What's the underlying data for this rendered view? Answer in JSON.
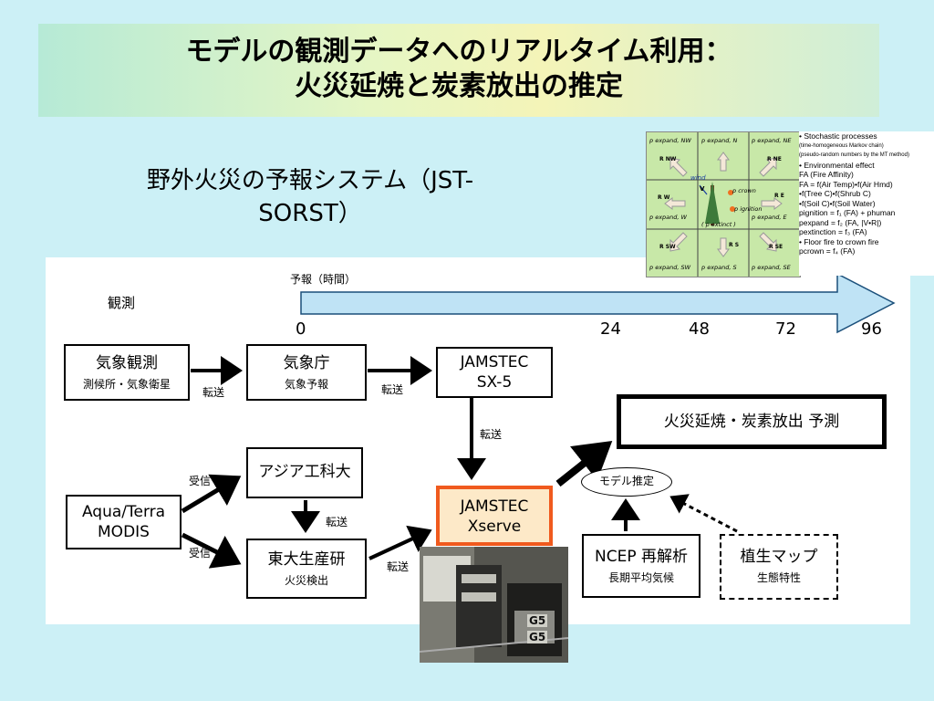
{
  "title": {
    "line1": "モデルの観測データへのリアルタイム利用：",
    "line2": "火災延焼と炭素放出の推定"
  },
  "subtitle": {
    "line1": "野外火災の予報システム（JST-",
    "line2": "SORST）"
  },
  "timeline": {
    "header": "予報（時間）",
    "row_label": "観測",
    "ticks": [
      "0",
      "24",
      "48",
      "72",
      "96"
    ]
  },
  "boxes": {
    "meteo_obs": {
      "main": "気象観測",
      "sub": "測候所・気象衛星"
    },
    "jma": {
      "main": "気象庁",
      "sub": "気象予報"
    },
    "sx5": {
      "main": "JAMSTEC",
      "sub": "SX-5"
    },
    "forecast": {
      "main": "火災延焼・炭素放出 予測"
    },
    "ait": {
      "main": "アジア工科大"
    },
    "modis": {
      "main": "Aqua/Terra",
      "sub": "MODIS"
    },
    "xserve": {
      "main": "JAMSTEC",
      "sub": "Xserve"
    },
    "iis": {
      "main": "東大生産研",
      "sub": "火災検出"
    },
    "ncep": {
      "main": "NCEP 再解析",
      "sub": "長期平均気候"
    },
    "vegmap": {
      "main": "植生マップ",
      "sub": "生態特性"
    },
    "model_est": {
      "main": "モデル推定"
    }
  },
  "edge_labels": {
    "obs_to_jma": "転送",
    "jma_to_sx5": "転送",
    "sx5_to_xserve": "転送",
    "modis_to_ait": "受信",
    "modis_to_iis": "受信",
    "ait_to_iis": "転送",
    "iis_to_xserve": "転送"
  },
  "model_notes": [
    "• Stochastic processes",
    "  (time-homogeneous Markov chain)",
    "  (pseudo-random numbers by the MT method)",
    "• Environmental effect",
    "        FA (Fire Affinity)",
    "  FA = f(Air Temp)•f(Air Hmd)",
    "        •f(Tree C)•f(Shrub C)",
    "        •f(Soil C)•f(Soil Water)",
    "  pignition = f₁ (FA) + phuman",
    "  pexpand = f₂ (FA, |V•R|)",
    "  pextinction = f₃ (FA)",
    "• Floor fire to crown fire",
    "  pcrown = f₄ (FA)"
  ],
  "model_figure": {
    "cells": {
      "nw": "p expand, NW",
      "n": "p expand, N",
      "ne": "p expand, NE",
      "w": "p expand, W",
      "e": "p expand, E",
      "sw": "p expand, SW",
      "s": "p expand, S",
      "se": "p expand, SE"
    },
    "center": {
      "wind": "wind",
      "v": "V",
      "crown": "p crown",
      "ignition": "p ignition",
      "extinct": "( p extinct )"
    },
    "vectors": {
      "nw": "R NW",
      "ne": "R NE",
      "w": "R W",
      "e": "R E",
      "sw": "R SW",
      "s": "R S",
      "se": "R SE"
    }
  },
  "photo": {
    "badge1": "G5",
    "badge2": "G5"
  },
  "colors": {
    "background": "#ccf0f6",
    "timeline_arrow": "#bfe3f5",
    "xserve_border": "#f05a1e",
    "xserve_fill": "#fde9c8",
    "grid_fill": "#c8e8a8"
  }
}
